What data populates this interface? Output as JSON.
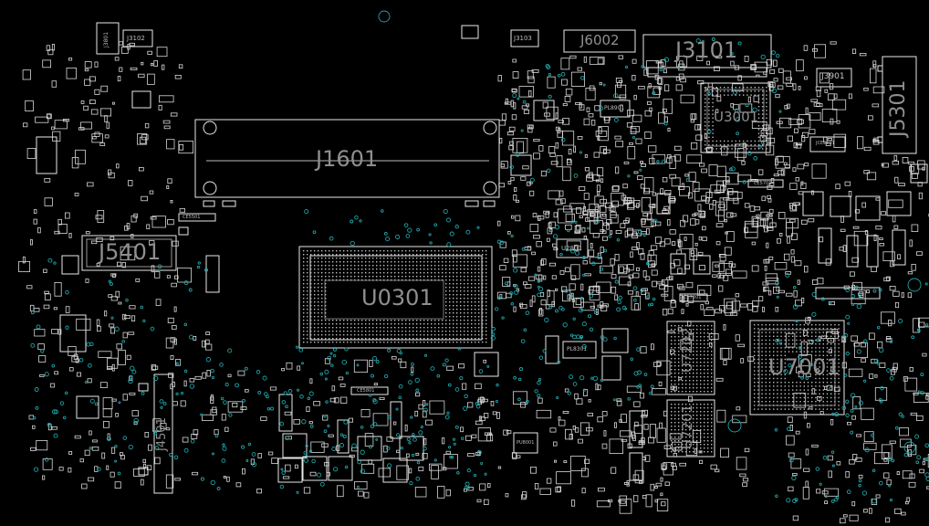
{
  "viewer": {
    "colors": {
      "background": "#000000",
      "outline": "#e8e8e8",
      "via": "#1fa3a8",
      "label": "#8f8f8f"
    }
  },
  "components": {
    "J1601": "J1601",
    "U0301": "U0301",
    "J5401": "J5401",
    "J3101": "J3101",
    "J6002": "J6002",
    "U3001": "U3001",
    "J5301": "J5301",
    "U7001": "U7001",
    "U7202": "U7202",
    "U7201": "U7201",
    "J4501": "J4501",
    "J3901": "J3901",
    "J3103": "J3103",
    "J3102": "J3102",
    "J3801": "J3801",
    "U2801": "U2801",
    "PL8301": "PL8301",
    "PL8901": "PL8901",
    "PU8001": "PU8001",
    "CE5501": "CE5501",
    "CE5701": "CE5701",
    "CE5801": "CE5801",
    "CE7201": "CE7201",
    "JCE5601": "JCE5601"
  }
}
